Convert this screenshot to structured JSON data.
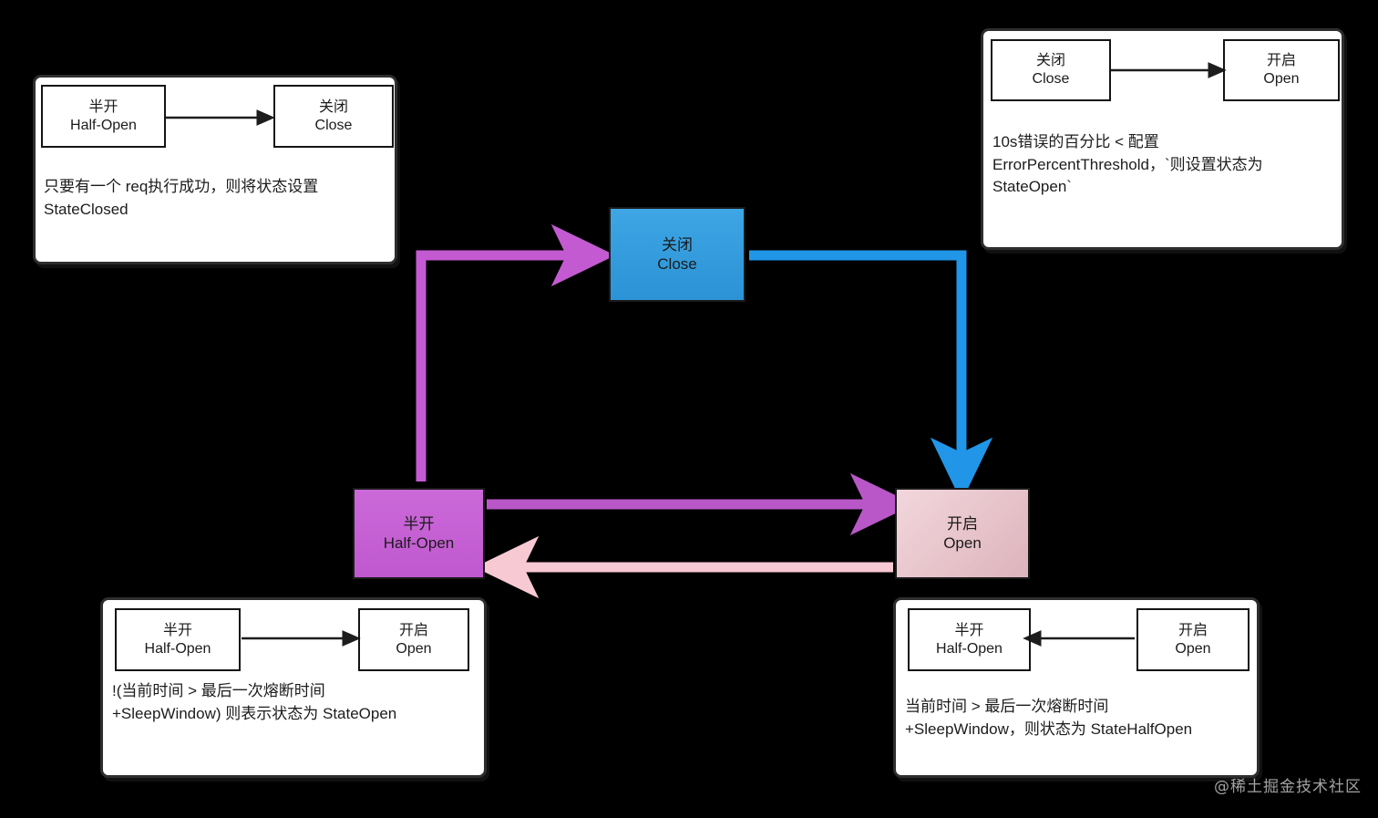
{
  "diagram": {
    "title": "Hystrix circuit breaker state machine",
    "background_color": "#000000",
    "colors": {
      "half_open": "#c563d2",
      "close": "#3a9fe0",
      "open": "#e6c4cb",
      "arrow_purple": "#c45ad2",
      "arrow_blue": "#2196e8",
      "arrow_pink": "#f7c9d2",
      "panel_bg": "#ffffff",
      "panel_border": "#2e2e2e"
    }
  },
  "nodes": {
    "close": {
      "cn": "关闭",
      "en": "Close",
      "style": "blue"
    },
    "half_open": {
      "cn": "半开",
      "en": "Half-Open",
      "style": "purple"
    },
    "open": {
      "cn": "开启",
      "en": "Open",
      "style": "pink"
    }
  },
  "edges": [
    {
      "id": "half-open-to-close",
      "from": "半开 Half-Open",
      "to": "关闭 Close",
      "color": "#c45ad2"
    },
    {
      "id": "close-to-open",
      "from": "关闭 Close",
      "to": "开启 Open",
      "color": "#2196e8"
    },
    {
      "id": "half-open-to-open",
      "from": "半开 Half-Open",
      "to": "开启 Open",
      "color": "#b957c8"
    },
    {
      "id": "open-to-half-open",
      "from": "开启 Open",
      "to": "半开 Half-Open",
      "color": "#f7c9d2"
    }
  ],
  "panels": {
    "top_left": {
      "id": "panel-half-open-to-close",
      "from": {
        "cn": "半开",
        "en": "Half-Open",
        "style": "purple"
      },
      "to": {
        "cn": "关闭",
        "en": "Close",
        "style": "blue"
      },
      "description": "只要有一个 req执行成功，则将状态设置\nStateClosed"
    },
    "top_right": {
      "id": "panel-close-to-open",
      "from": {
        "cn": "关闭",
        "en": "Close",
        "style": "blue"
      },
      "to": {
        "cn": "开启",
        "en": "Open",
        "style": "pink"
      },
      "description": "10s错误的百分比 < 配置\nErrorPercentThreshold，`则设置状态为\nStateOpen`"
    },
    "bottom_left": {
      "id": "panel-half-open-to-open",
      "from": {
        "cn": "半开",
        "en": "Half-Open",
        "style": "purple"
      },
      "to": {
        "cn": "开启",
        "en": "Open",
        "style": "pink"
      },
      "description": "!(当前时间 > 最后一次熔断时间\n+SleepWindow) 则表示状态为 StateOpen"
    },
    "bottom_right": {
      "id": "panel-open-to-half-open",
      "from": {
        "cn": "半开",
        "en": "Half-Open",
        "style": "purple"
      },
      "to": {
        "cn": "开启",
        "en": "Open",
        "style": "pink"
      },
      "description": "当前时间 > 最后一次熔断时间\n+SleepWindow，则状态为 StateHalfOpen"
    }
  },
  "watermark": {
    "text": "@稀土掘金技术社区"
  }
}
